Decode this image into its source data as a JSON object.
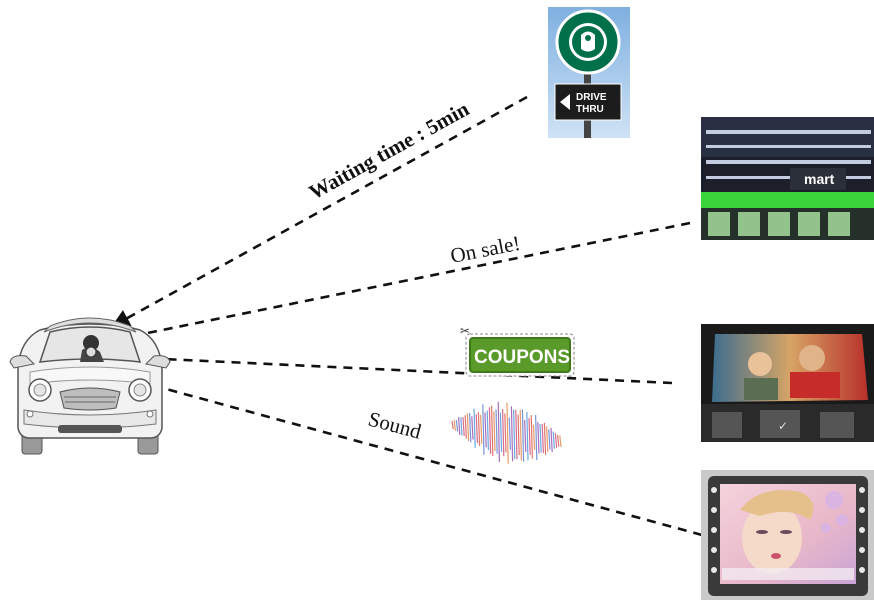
{
  "labels": {
    "waiting_time": "Waiting time : 5min",
    "on_sale": "On sale!",
    "sound": "Sound"
  },
  "coupon": {
    "text": "COUPONS"
  },
  "drive_thru": {
    "line1": "DRIVE",
    "line2": "THRU"
  },
  "mart": {
    "sign": "mart"
  },
  "colors": {
    "line": "#111111",
    "coupon_green": "#5a9a2a",
    "starbucks_green": "#00704a",
    "mart_green": "#3ccf3c",
    "sky_blue": "#9ec3e6"
  }
}
